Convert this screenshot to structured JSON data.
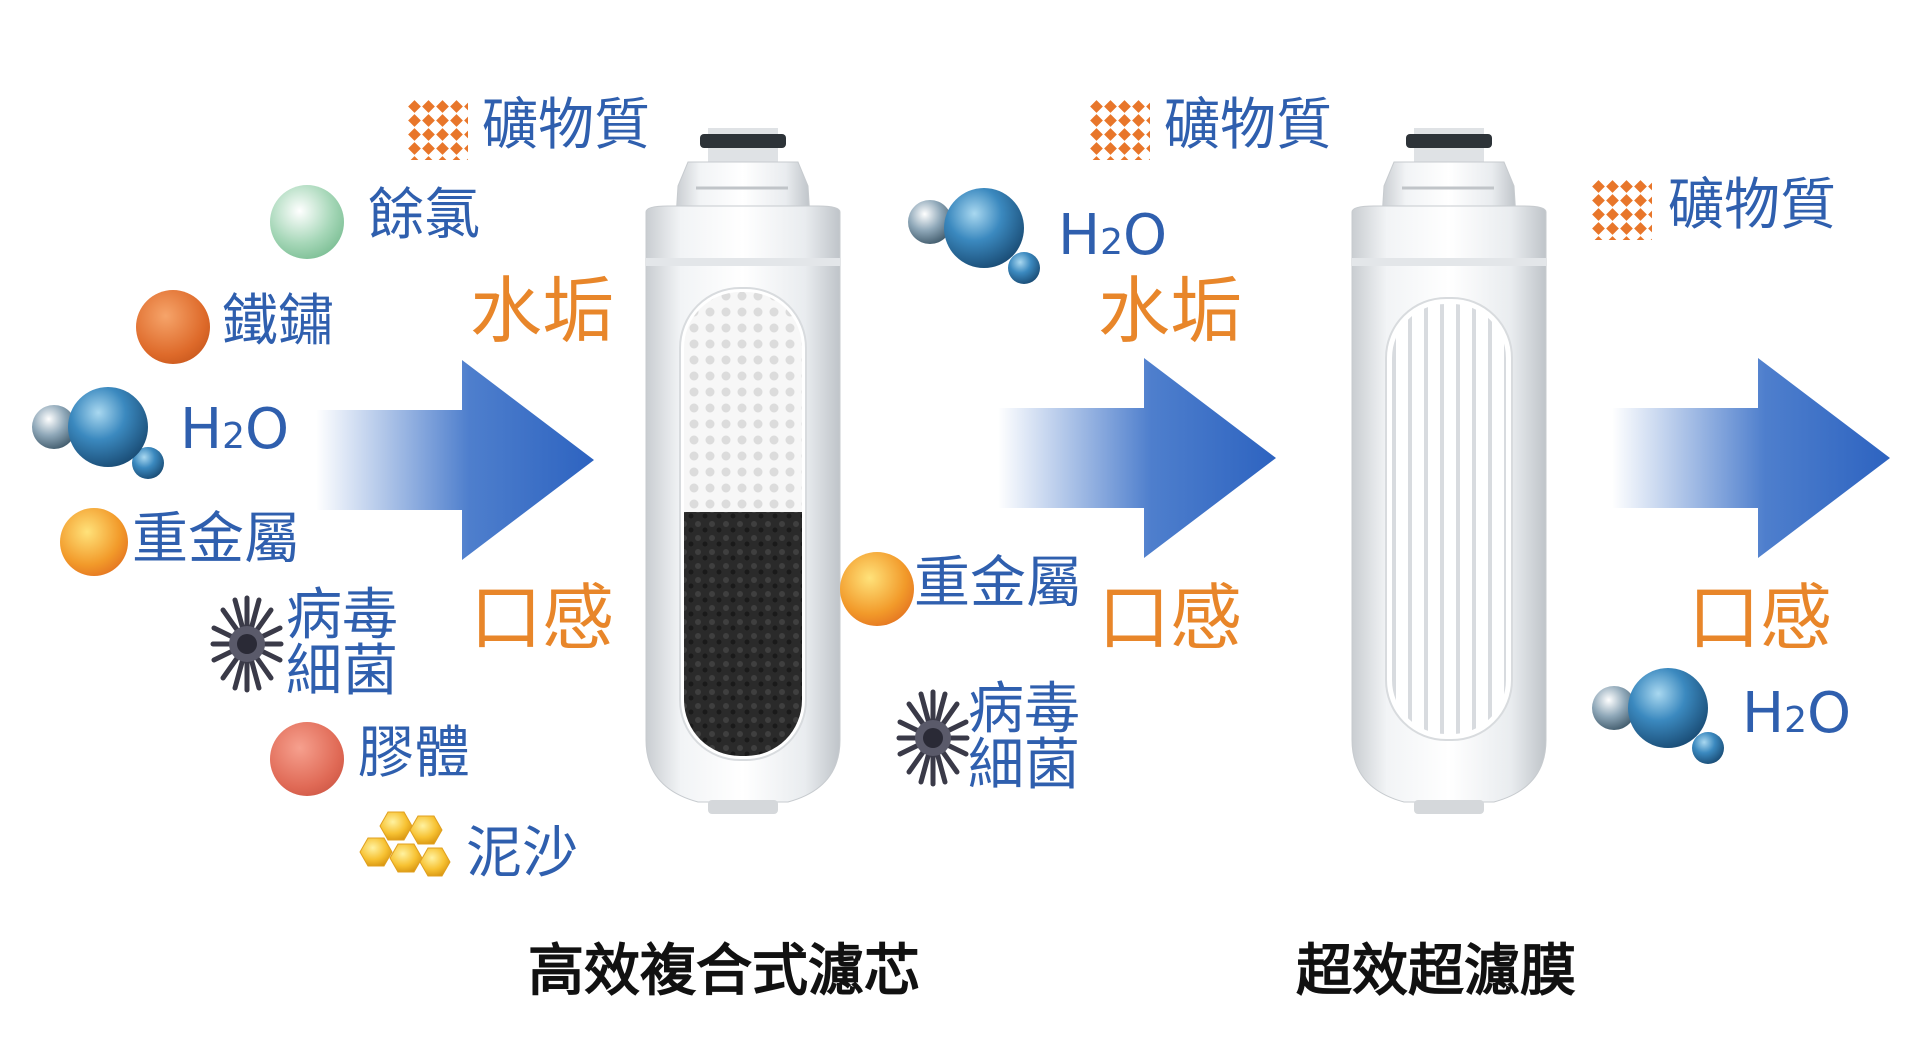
{
  "left": {
    "minerals": "礦物質",
    "chlorine": "餘氯",
    "rust": "鐵鏽",
    "water_h": "H",
    "water_2": "2",
    "water_o": "O",
    "heavy_metal": "重金屬",
    "virus_bacteria": "病毒\n細菌",
    "colloid": "膠體",
    "sediment": "泥沙",
    "scale": "水垢",
    "taste": "口感"
  },
  "middle": {
    "minerals": "礦物質",
    "water_h": "H",
    "water_2": "2",
    "water_o": "O",
    "scale": "水垢",
    "heavy_metal": "重金屬",
    "taste": "口感",
    "virus_bacteria": "病毒\n細菌"
  },
  "right": {
    "minerals": "礦物質",
    "taste": "口感",
    "water_h": "H",
    "water_2": "2",
    "water_o": "O"
  },
  "captions": {
    "filter1": "高效複合式濾芯",
    "filter2": "超效超濾膜"
  },
  "colors": {
    "label_blue": "#2f5fae",
    "orange": "#e8862a",
    "arrow_blue": "#2f68c4",
    "caption": "#111111"
  }
}
